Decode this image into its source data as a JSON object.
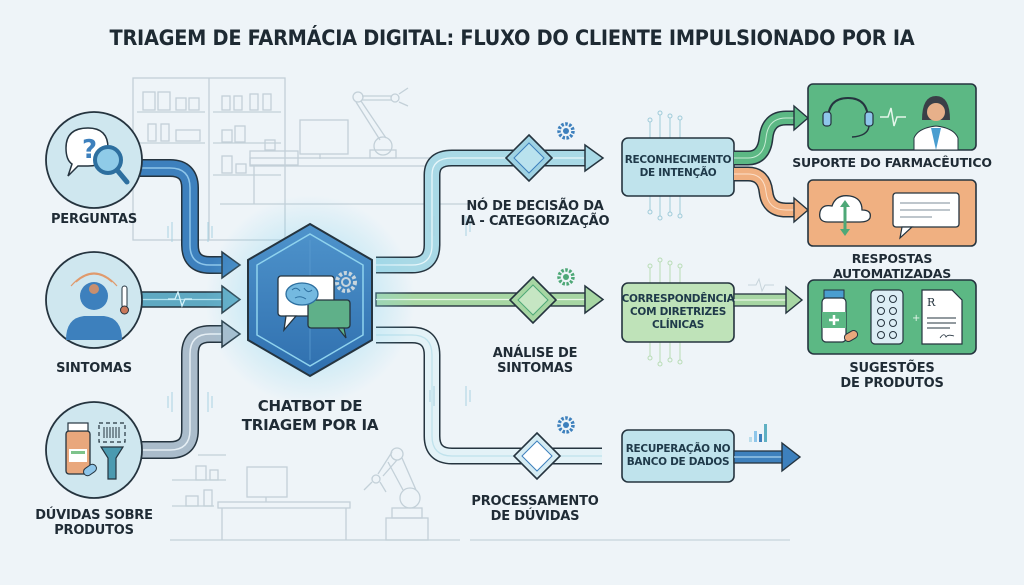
{
  "title": "TRIAGEM DE FARMÁCIA DIGITAL: FLUXO DO CLIENTE IMPULSIONADO POR IA",
  "inputs": [
    {
      "label": "PERGUNTAS",
      "icon": "question-magnifier-icon"
    },
    {
      "label": "SINTOMAS",
      "icon": "person-thermometer-icon"
    },
    {
      "label_line1": "DÚVIDAS SOBRE",
      "label_line2": "PRODUTOS",
      "icon": "medicine-barcode-scanner-icon"
    }
  ],
  "hub": {
    "line1": "CHATBOT DE",
    "line2": "TRIAGEM POR IA",
    "icon": "brain-chat-gear-icon"
  },
  "decisions": [
    {
      "line1": "NÓ DE DECISÃO DA",
      "line2": "IA - CATEGORIZAÇÃO"
    },
    {
      "line1": "ANÁLISE DE",
      "line2": "SINTOMAS"
    },
    {
      "line1": "PROCESSAMENTO",
      "line2": "DE DÚVIDAS"
    }
  ],
  "process_boxes": [
    {
      "line1": "RECONHECIMENTO",
      "line2": "DE INTENÇÃO"
    },
    {
      "line1": "CORRESPONDÊNCIA",
      "line2": "COM DIRETRIZES",
      "line3": "CLÍNICAS"
    },
    {
      "line1": "RECUPERAÇÃO NO",
      "line2": "BANCO DE DADOS"
    }
  ],
  "outputs": [
    {
      "label": "SUPORTE DO FARMACÊUTICO",
      "icon": "headset-pharmacist-icon"
    },
    {
      "label": "RESPOSTAS AUTOMATIZADAS",
      "icon": "cloud-chat-icon"
    },
    {
      "line1": "SUGESTÕES",
      "line2": "DE PRODUTOS",
      "icon": "bottle-pills-prescription-icon"
    }
  ],
  "colors": {
    "background": "#eef4f8",
    "blue": "#3d80bd",
    "teal": "#5fb0c2",
    "gray": "#a9bcc8",
    "light_blue": "#a9d9e6",
    "green": "#8ccb93",
    "dark_green": "#4ea877",
    "orange": "#f0b081",
    "outline": "#25343f",
    "sketch": "#c3d0d8"
  }
}
